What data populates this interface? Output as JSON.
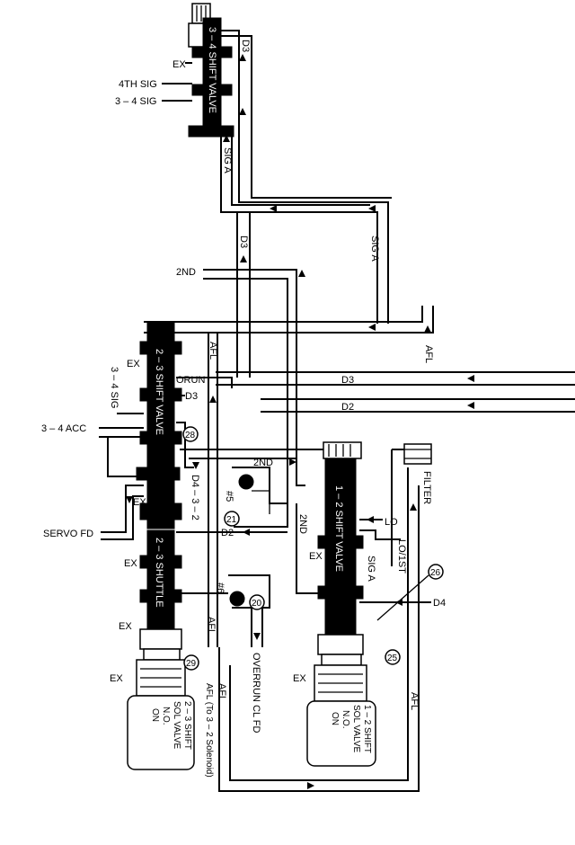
{
  "colors": {
    "line": "#000000",
    "background": "#ffffff"
  },
  "valves": {
    "shift_3_4": "3 – 4 SHIFT VALVE",
    "shift_2_3": "2 – 3 SHIFT VALVE",
    "shuttle_2_3": "2 – 3 SHUTTLE",
    "shift_1_2": "1 – 2 SHIFT VALVE"
  },
  "solenoids": {
    "sol_2_3": {
      "line1": "2 – 3 SHIFT",
      "line2": "SOL VALVE",
      "line3": "N.O.",
      "line4": "ON"
    },
    "sol_1_2": {
      "line1": "1 – 2 SHIFT",
      "line2": "SOL VALVE",
      "line3": "N.O.",
      "line4": "ON"
    }
  },
  "labels": {
    "ex": "EX",
    "sig_4th": "4TH SIG",
    "sig_3_4": "3 – 4 SIG",
    "sig_3_4_b": "3 – 4 SIG",
    "d3": "D3",
    "sig_a": "SIG A",
    "second": "2ND",
    "afl": "AFL",
    "orun": "ORUN",
    "d2": "D2",
    "acc_3_4": "3 – 4 ACC",
    "d4_3_2": "D4 – 3 – 2",
    "servo_fd": "SERVO FD",
    "lo": "LO",
    "lo_1st": "LO/1ST",
    "d4": "D4",
    "filter": "FILTER",
    "overrun_cl_fd": "OVERRUN CL FD",
    "afl_to_32": "AFL (To 3 – 2 Solenoid)",
    "check_5": "#5",
    "check_6": "#6"
  },
  "callouts": [
    "28",
    "21",
    "20",
    "26",
    "25",
    "29"
  ]
}
